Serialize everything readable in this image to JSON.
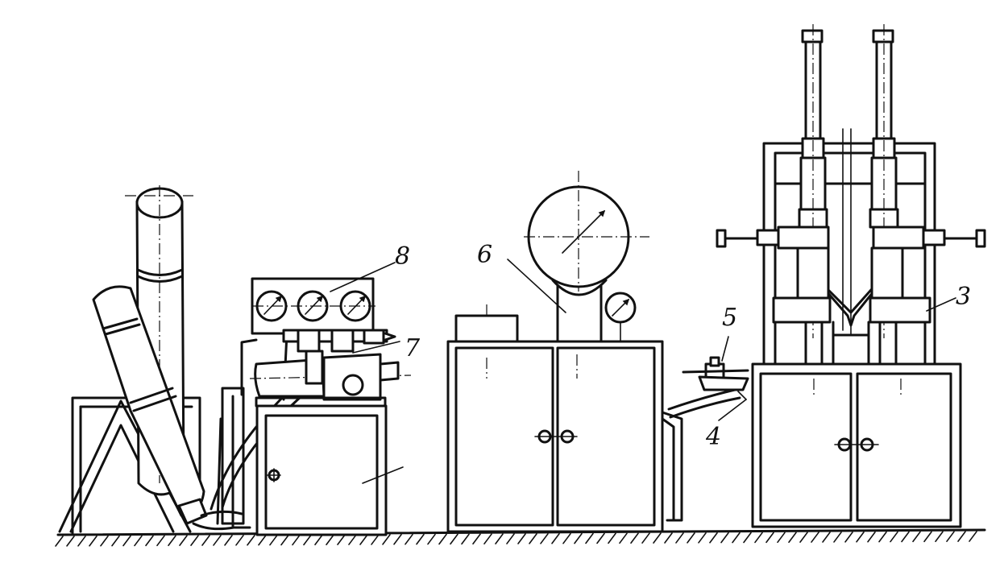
{
  "labels": {
    "l3": "3",
    "l4": "4",
    "l5": "5",
    "l6": "6",
    "l7": "7",
    "l8": "8"
  }
}
